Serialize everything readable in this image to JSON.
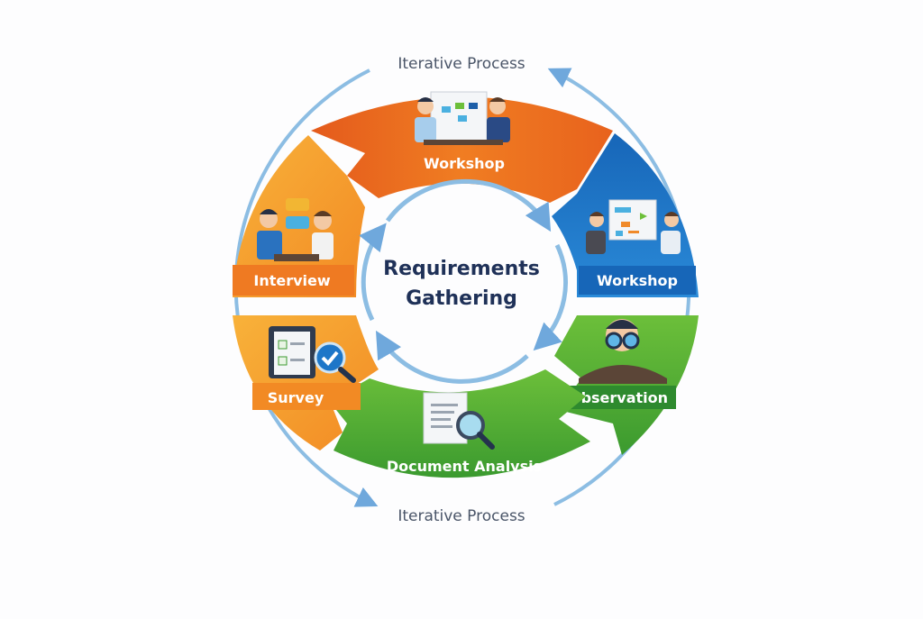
{
  "title": "Requirements Gathering",
  "center": {
    "line1": "Requirements",
    "line2": "Gathering"
  },
  "iterative_top": "Iterative Process",
  "iterative_bottom": "Iterative Process",
  "colors": {
    "orange_dark": "#e8621d",
    "orange_light": "#f6a233",
    "blue": "#1d76c8",
    "green": "#4aa536",
    "green_dark": "#2e8a2e",
    "ring": "#8cbde3",
    "arrow": "#6fa8dc",
    "text_dark": "#1f3158"
  },
  "segments": [
    {
      "label": "Workshop",
      "icon": "workshop-meeting-icon"
    },
    {
      "label": "Workshop",
      "icon": "presentation-icon"
    },
    {
      "label": "Observation",
      "icon": "binoculars-icon"
    },
    {
      "label": "Document Analysis",
      "icon": "document-magnifier-icon"
    },
    {
      "label": "Survey",
      "icon": "clipboard-checklist-icon"
    },
    {
      "label": "Interview",
      "icon": "interview-chat-icon"
    }
  ]
}
